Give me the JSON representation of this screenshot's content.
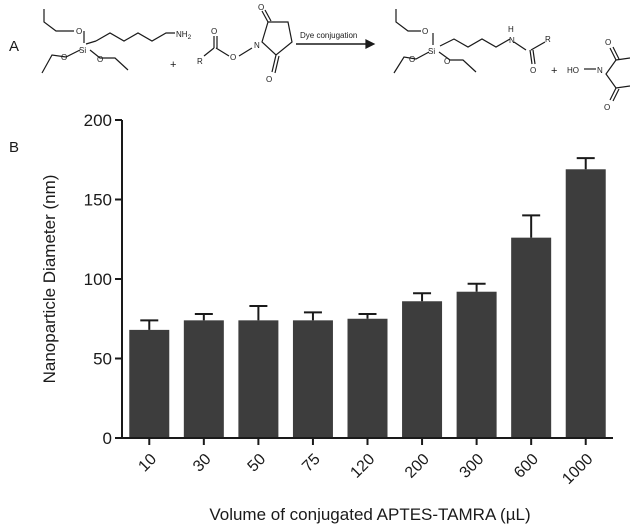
{
  "panels": {
    "a_letter": "A",
    "b_letter": "B"
  },
  "scheme": {
    "reactant1_atoms": {
      "si": "Si",
      "o1": "O",
      "o2": "O",
      "o3": "O",
      "nh2": "NH",
      "nh2_sub": "2"
    },
    "plus1": "+",
    "reactant2_atoms": {
      "r": "R",
      "o_ester": "O",
      "o_carbonyl": "O",
      "n": "N",
      "o_top": "O",
      "o_bottom": "O"
    },
    "arrow_label": "Dye conjugation",
    "product_atoms": {
      "si": "Si",
      "o1": "O",
      "o2": "O",
      "o3": "O",
      "h": "H",
      "n": "N",
      "o_carbonyl": "O",
      "r": "R"
    },
    "plus2": "+",
    "byproduct_atoms": {
      "ho": "HO",
      "n": "N",
      "o_top": "O",
      "o_bottom": "O"
    }
  },
  "chart_data": {
    "type": "bar",
    "categories": [
      "10",
      "30",
      "50",
      "75",
      "120",
      "200",
      "300",
      "600",
      "1000"
    ],
    "series": [
      {
        "values": [
          68,
          74,
          74,
          74,
          75,
          86,
          92,
          126,
          169
        ],
        "errors": [
          6,
          4,
          9,
          5,
          3,
          5,
          5,
          14,
          7
        ]
      }
    ],
    "xlabel": "Volume of conjugated APTES-TAMRA (µL)",
    "ylabel": "Nanoparticle Diameter (nm)",
    "ylim": [
      0,
      200
    ],
    "yticks": [
      "0",
      "50",
      "100",
      "150",
      "200"
    ],
    "bar_color": "#3d3d3d",
    "grid": false
  }
}
